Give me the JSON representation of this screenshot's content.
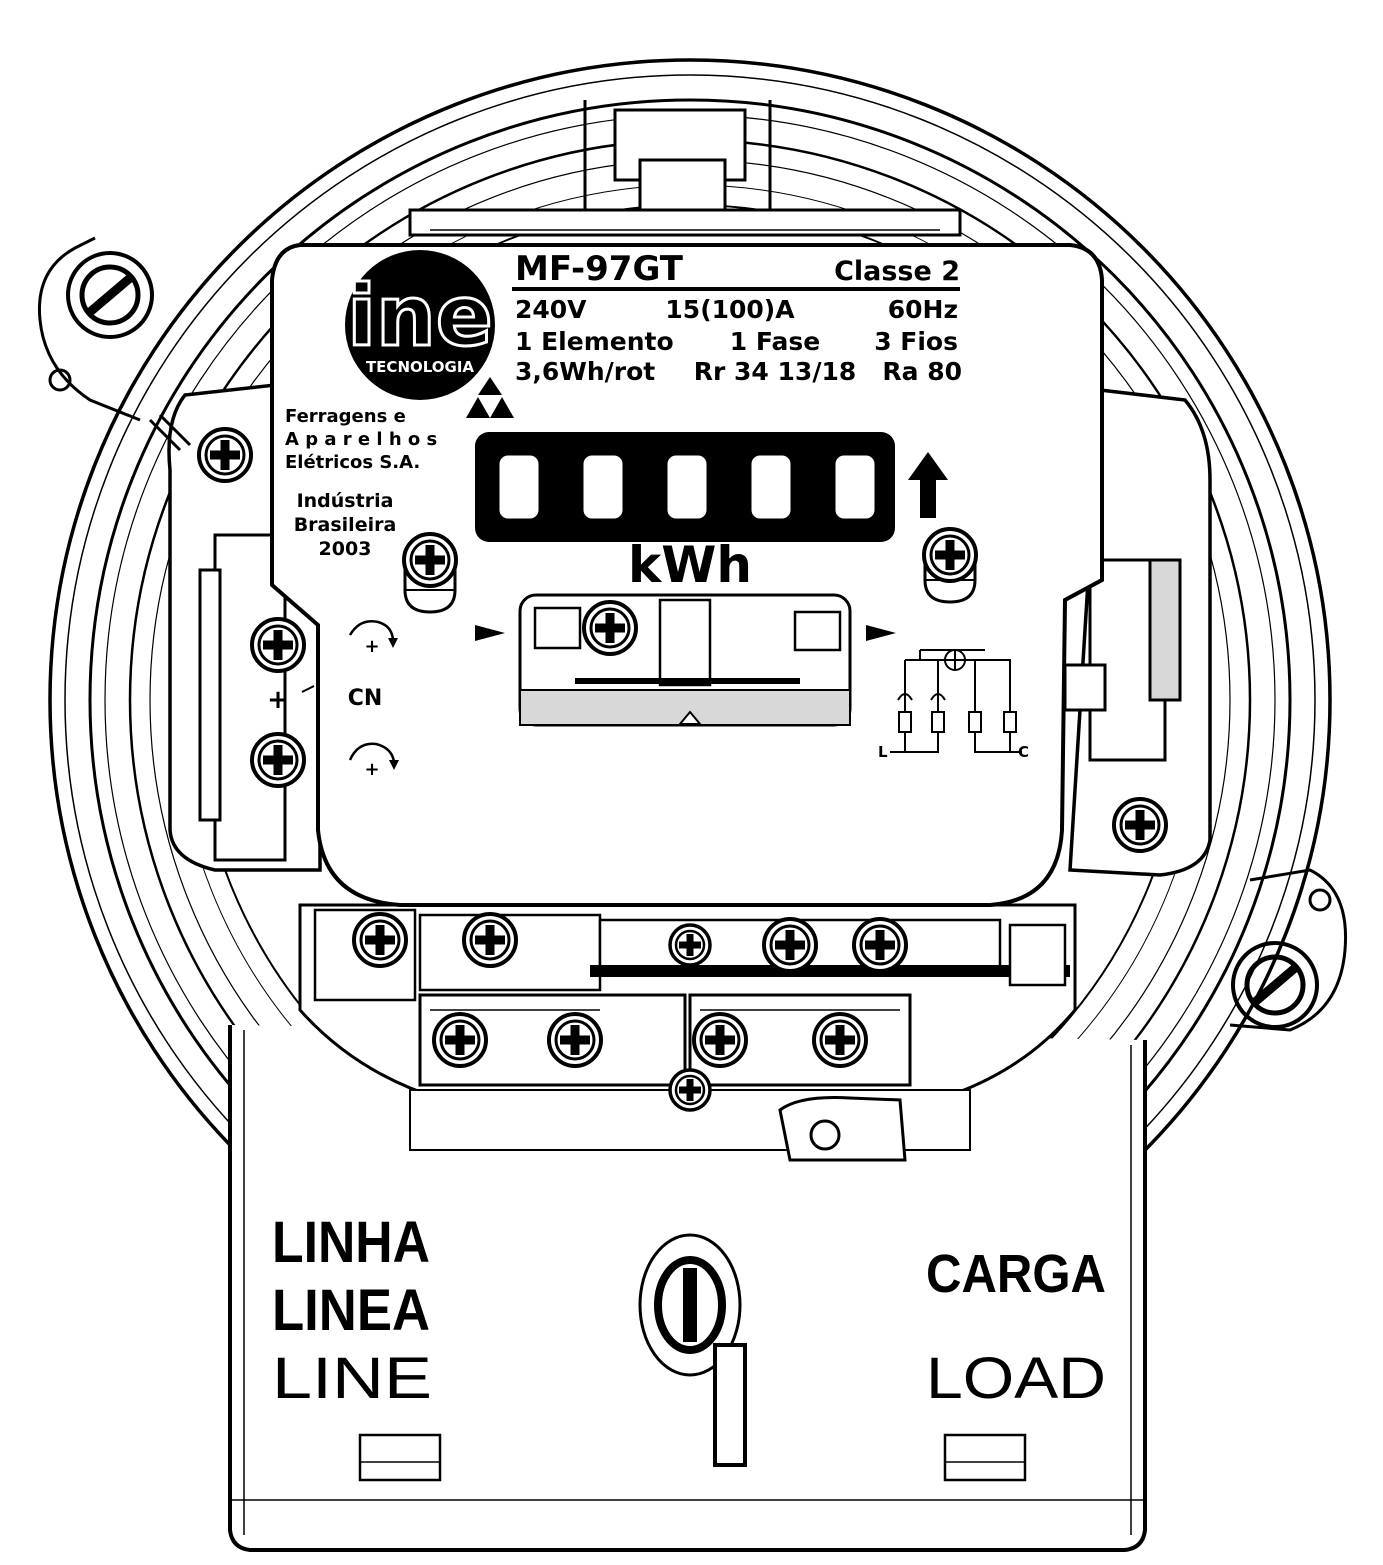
{
  "nameplate": {
    "model": "MF-97GT",
    "class": "Classe 2",
    "voltage": "240V",
    "current": "15(100)A",
    "frequency": "60Hz",
    "elements": "1 Elemento",
    "phase": "1 Fase",
    "wires": "3 Fios",
    "constant": "3,6Wh/rot",
    "register_ratio": "Rr 34 13/18",
    "ra": "Ra 80"
  },
  "logo": {
    "brand_text": "ine",
    "sub_text": "TECNOLOGIA"
  },
  "manufacturer": {
    "line1": "Ferragens e",
    "line2": "A p a r e l h o s",
    "line3": "Elétricos S.A.",
    "origin1": "Indústria",
    "origin2": "Brasileira",
    "year": "2003"
  },
  "register": {
    "unit": "kWh",
    "digit_count": 5
  },
  "adjustment": {
    "label": "CN",
    "plus_left": "+",
    "plus_top": "+",
    "plus_bottom": "+"
  },
  "wiring_diagram": {
    "line_label": "L",
    "load_label": "C"
  },
  "terminal_cover": {
    "line_pt": "LINHA",
    "line_es": "LINEA",
    "line_en": "LINE",
    "load_pt": "CARGA",
    "load_en": "LOAD"
  },
  "colors": {
    "ink": "#000000",
    "paper": "#ffffff",
    "shade": "#d8d8d8"
  }
}
